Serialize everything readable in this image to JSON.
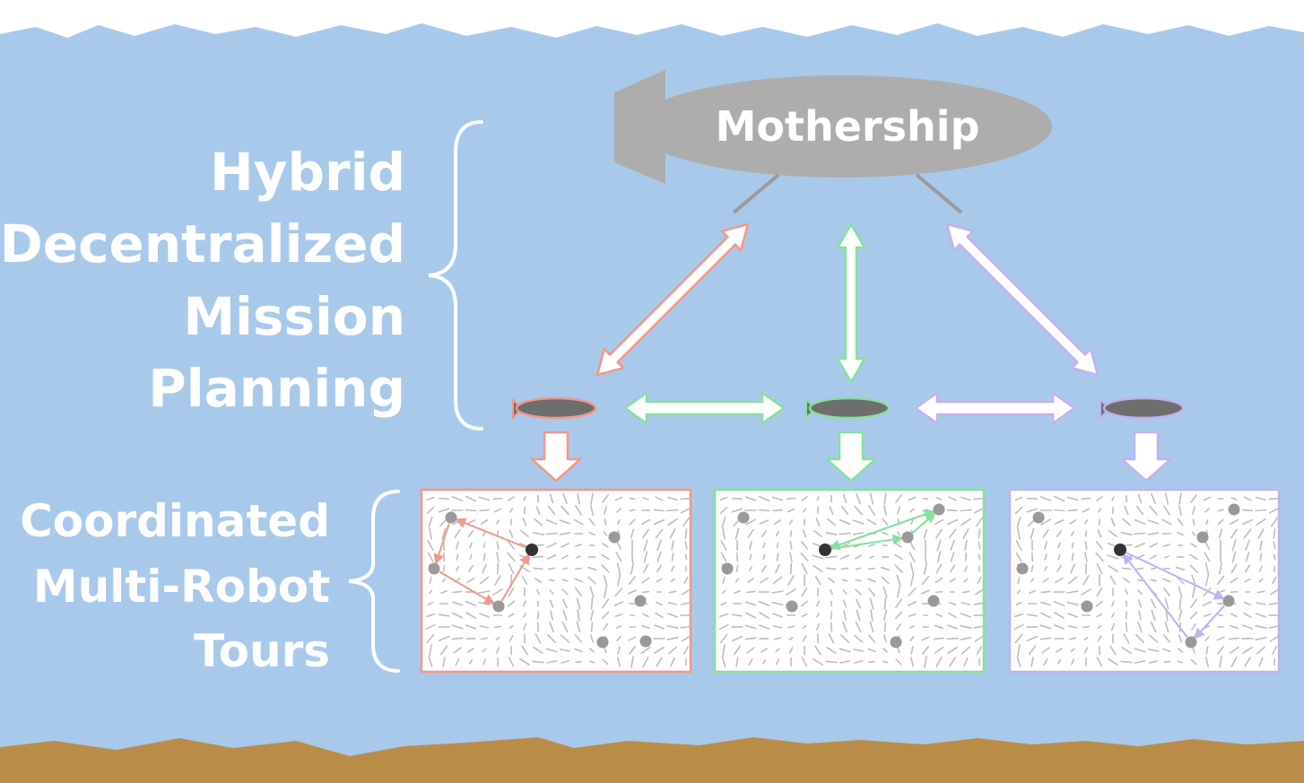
{
  "mothership_label": "Mothership",
  "hierarchy_label": [
    "Hybrid",
    "Decentralized",
    "Mission",
    "Planning"
  ],
  "tours_label": [
    "Coordinated",
    "Multi-Robot",
    "Tours"
  ],
  "colors": {
    "water": "#a9c9ea",
    "seabed": "#b98d48",
    "mothership": "#adadad",
    "vehicle_body": "#6e6e6e",
    "robot_1": "#f4968c",
    "robot_2": "#86e0a0",
    "robot_3": "#c4b0ef",
    "target": "#999999",
    "depot": "#333333",
    "label_text": "#ffffff"
  }
}
